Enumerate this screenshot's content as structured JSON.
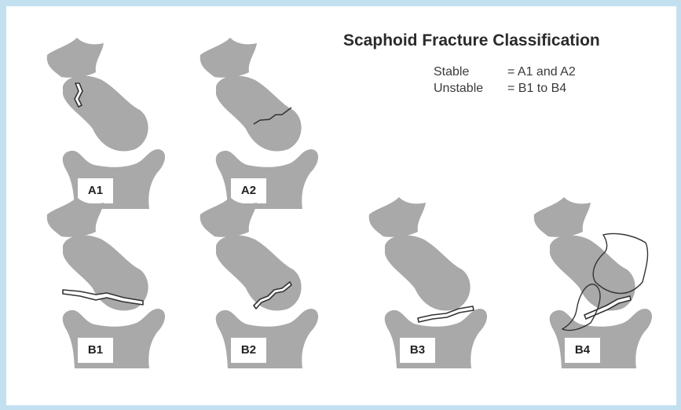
{
  "title": "Scaphoid Fracture Classification",
  "legend": [
    {
      "name": "Stable",
      "value": "= A1 and A2"
    },
    {
      "name": "Unstable",
      "value": "= B1 to B4"
    }
  ],
  "panels": [
    {
      "id": "A1",
      "label": "A1"
    },
    {
      "id": "A2",
      "label": "A2"
    },
    {
      "id": "B1",
      "label": "B1"
    },
    {
      "id": "B2",
      "label": "B2"
    },
    {
      "id": "B3",
      "label": "B3"
    },
    {
      "id": "B4",
      "label": "B4"
    }
  ],
  "colors": {
    "background_border": "#c3e0f0",
    "bone": "#a9a9a9",
    "outline": "#333333"
  }
}
